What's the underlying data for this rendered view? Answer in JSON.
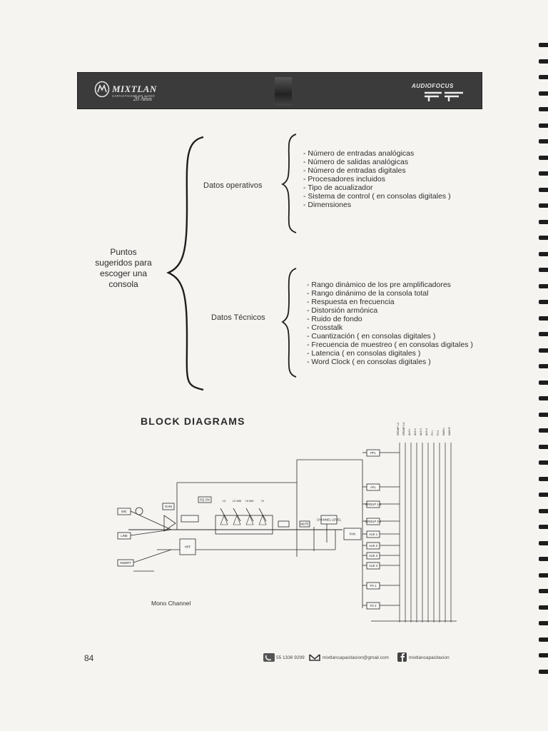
{
  "header": {
    "left_brand": "MIXTLAN",
    "left_tagline": "CAPACITACION EN AUDIO",
    "left_years": "20 Años",
    "right_brand": "AUDIOFOCUS"
  },
  "mindmap": {
    "root": "Puntos sugeridos para escoger una consola",
    "branches": [
      {
        "label": "Datos operativos",
        "items": [
          "- Número de entradas analógicas",
          "- Número de salidas analógicas",
          "- Número de entradas digitales",
          "- Procesadores incluidos",
          "- Tipo de acualizador",
          "- Sistema de control ( en consolas digitales )",
          "- Dimensiones"
        ]
      },
      {
        "label": "Datos Técnicos",
        "items": [
          "- Rango dinámico de los pre amplificadores",
          "- Rango dinánimo de la consola total",
          "- Respuesta en frecuencia",
          "- Distorsión armónica",
          "- Ruido de fondo",
          "- Crosstalk",
          "- Cuantización ( en consolas digitales )",
          "- Frecuencia de muestreo ( en consolas digitales )",
          "- Latencia  ( en consolas digitales )",
          "- Word Clock ( en consolas digitales )"
        ]
      }
    ]
  },
  "block_diagrams": {
    "title": "BLOCK DIAGRAMS",
    "caption": "Mono Channel",
    "blocks": [
      "MIC",
      "LINE",
      "INSERT",
      "GAIN",
      "HPF",
      "LO",
      "LO MID",
      "HI MID",
      "HI",
      "EQ ON",
      "MUTE",
      "CHANNEL LEVEL",
      "PAN",
      "PFL",
      "AFL",
      "GROUP 1-2",
      "GROUP 3-4",
      "AUX 1",
      "AUX 2",
      "AUX 3",
      "AUX 4",
      "FX 1",
      "FX 2",
      "MAIN L",
      "MAIN R"
    ]
  },
  "footer": {
    "page_number": "84",
    "phone": "55 1336 9299",
    "email": "mixtlancapacitacion@gmail.com",
    "facebook": "mixtlancapacitacion"
  }
}
